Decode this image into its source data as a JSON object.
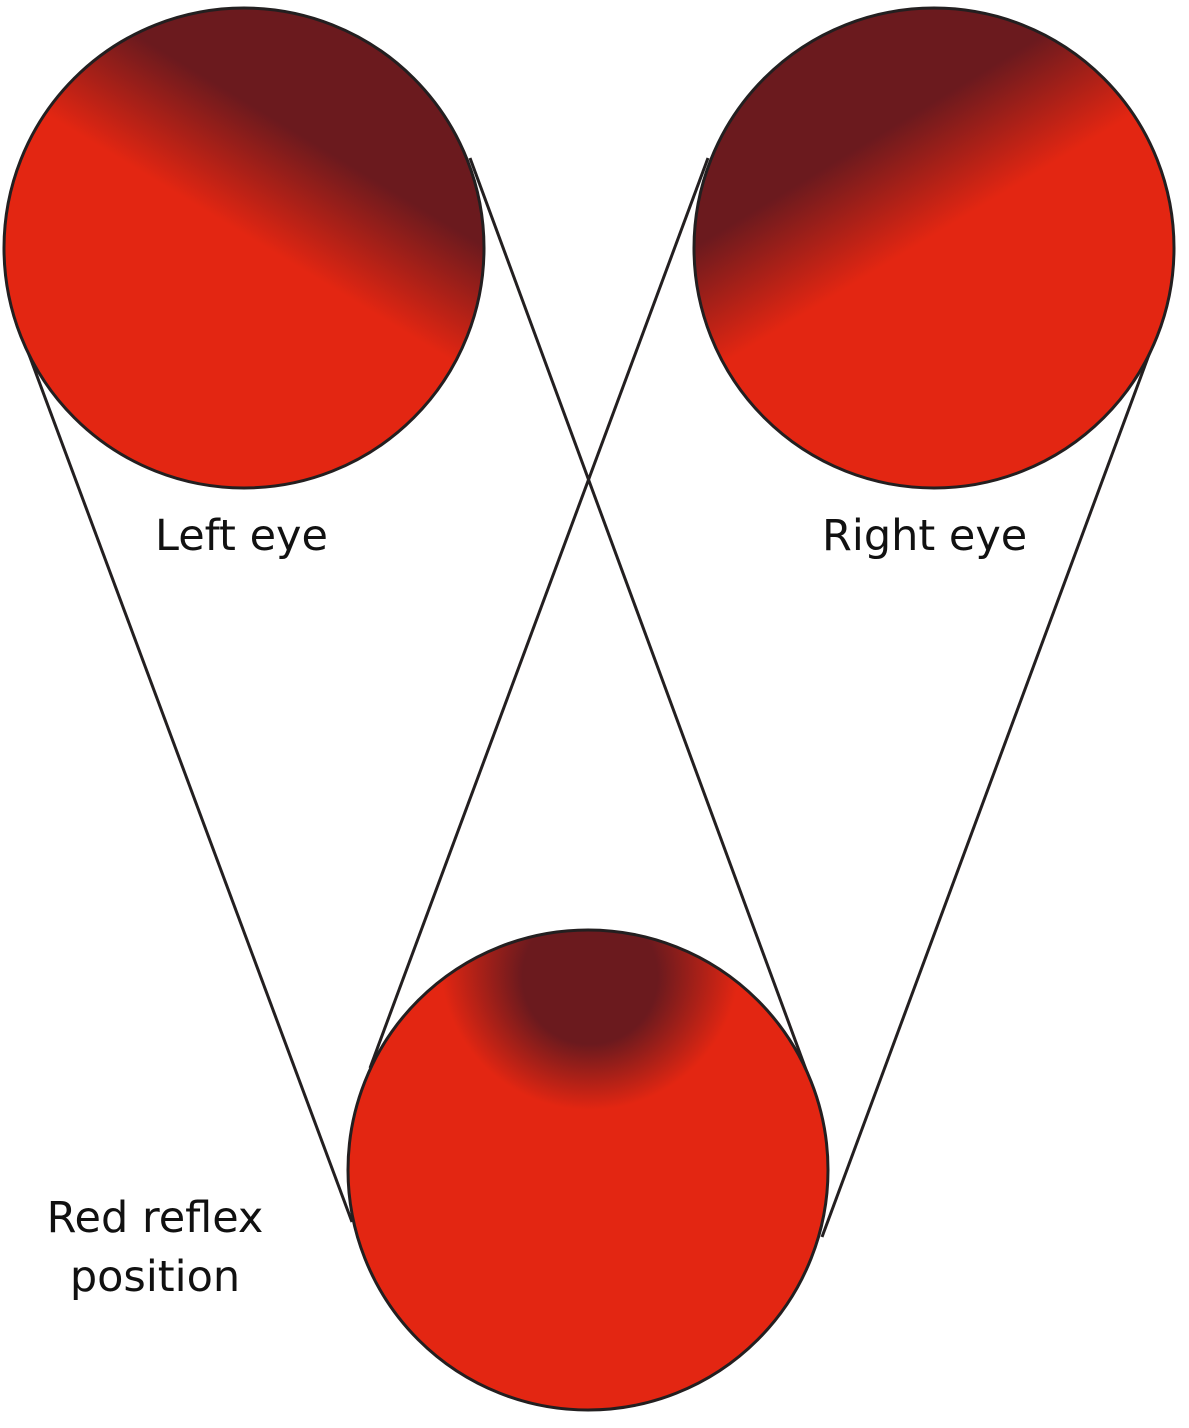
{
  "labels": {
    "left_eye": "Left eye",
    "right_eye": "Right eye",
    "reflex_line1": "Red reflex",
    "reflex_line2": "position"
  },
  "colors": {
    "reflex_red": "#e32612",
    "shadow_dark": "#6b1a1e",
    "outline": "#231f20"
  }
}
